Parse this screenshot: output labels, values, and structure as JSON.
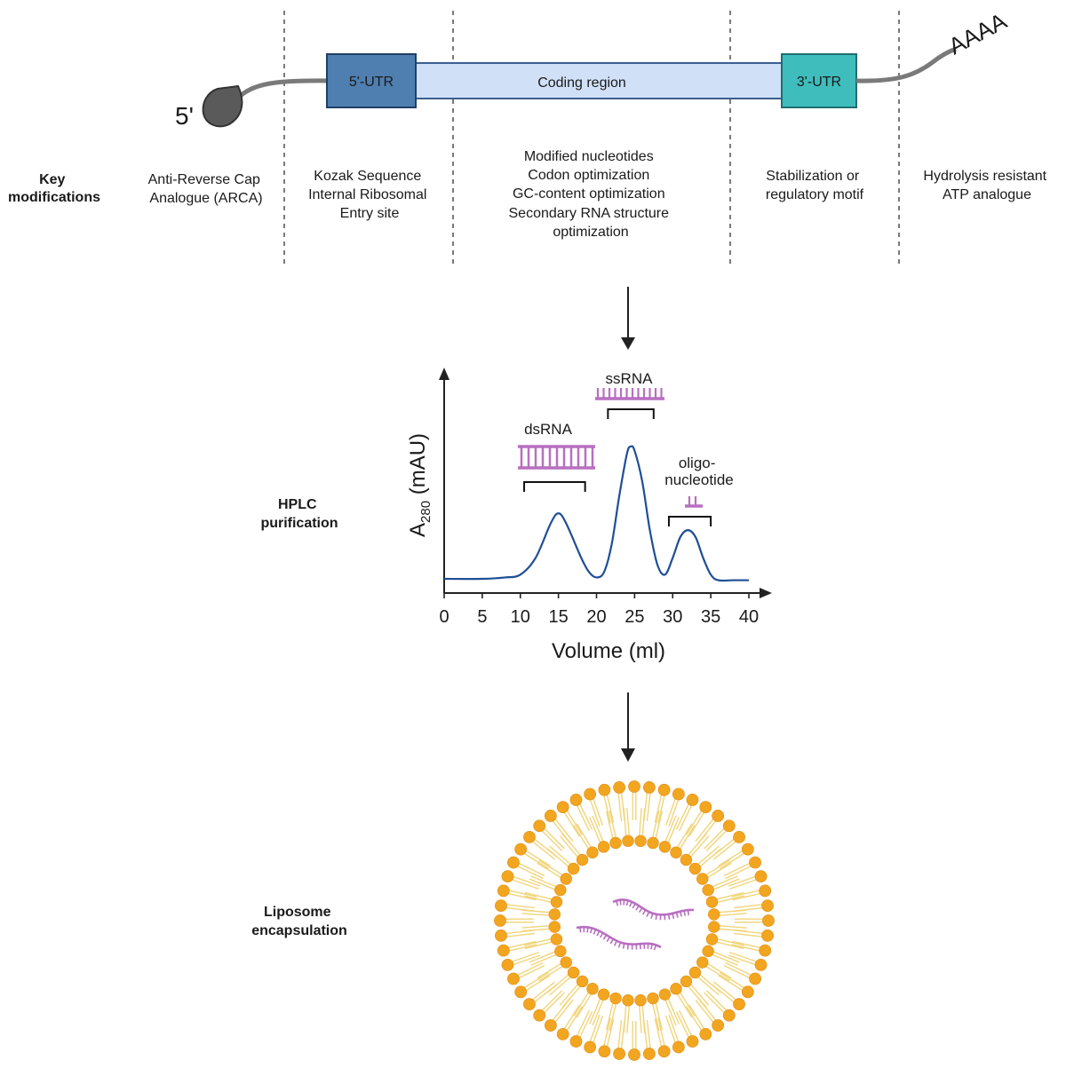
{
  "mrna": {
    "five_prime": "5'",
    "five_utr": "5'-UTR",
    "coding_region": "Coding region",
    "three_utr": "3'-UTR",
    "polyA": "AAAA"
  },
  "key_modifications": {
    "title": [
      "Key",
      "modifications"
    ],
    "cap": [
      "Anti-Reverse Cap",
      "Analogue (ARCA)"
    ],
    "utr5": [
      "Kozak Sequence",
      "Internal Ribosomal",
      "Entry site"
    ],
    "coding": [
      "Modified nucleotides",
      "Codon optimization",
      "GC-content optimization",
      "Secondary RNA structure",
      "optimization"
    ],
    "utr3": [
      "Stabilization or",
      "regulatory motif"
    ],
    "tail": [
      "Hydrolysis resistant",
      "ATP analogue"
    ]
  },
  "hplc": {
    "title": [
      "HPLC",
      "purification"
    ]
  },
  "liposome": {
    "title": [
      "Liposome",
      "encapsulation"
    ]
  },
  "colors": {
    "utr5": "#4f7fb0",
    "coding": "#cfe0f7",
    "utr3": "#3fbdbd",
    "cap": "#555555",
    "curve": "#1f4e96",
    "rna_purple": "#b86fc0",
    "lipid_head": "#f2a51f",
    "lipid_tail": "#f1d57a"
  },
  "chart_data": {
    "type": "line",
    "xlabel": "Volume (ml)",
    "ylabel": "A280 (mAU)",
    "ylabel_main": "A",
    "ylabel_sub": "280",
    "ylabel_rest": " (mAU)",
    "xlim": [
      0,
      40
    ],
    "xticks": [
      0,
      5,
      10,
      15,
      20,
      25,
      30,
      35,
      40
    ],
    "series": [
      {
        "x": [
          0,
          5,
          8,
          10,
          12,
          14,
          15,
          16,
          18,
          19,
          20,
          21,
          22,
          23,
          24,
          24.5,
          25,
          26,
          27,
          28,
          29,
          30,
          31,
          32,
          33,
          34,
          35,
          36,
          38,
          40
        ],
        "y": [
          0.05,
          0.05,
          0.06,
          0.08,
          0.2,
          0.45,
          0.52,
          0.45,
          0.2,
          0.1,
          0.06,
          0.1,
          0.3,
          0.65,
          0.95,
          1.0,
          0.97,
          0.75,
          0.4,
          0.15,
          0.08,
          0.2,
          0.35,
          0.4,
          0.35,
          0.2,
          0.08,
          0.04,
          0.04,
          0.04
        ]
      }
    ],
    "annotations": [
      {
        "label": "dsRNA",
        "x_range": [
          10.5,
          18.5
        ]
      },
      {
        "label": "ssRNA",
        "x_range": [
          21.5,
          27.5
        ]
      },
      {
        "label_lines": [
          "oligo-",
          "nucleotide"
        ],
        "x_range": [
          29.5,
          35
        ]
      }
    ]
  }
}
